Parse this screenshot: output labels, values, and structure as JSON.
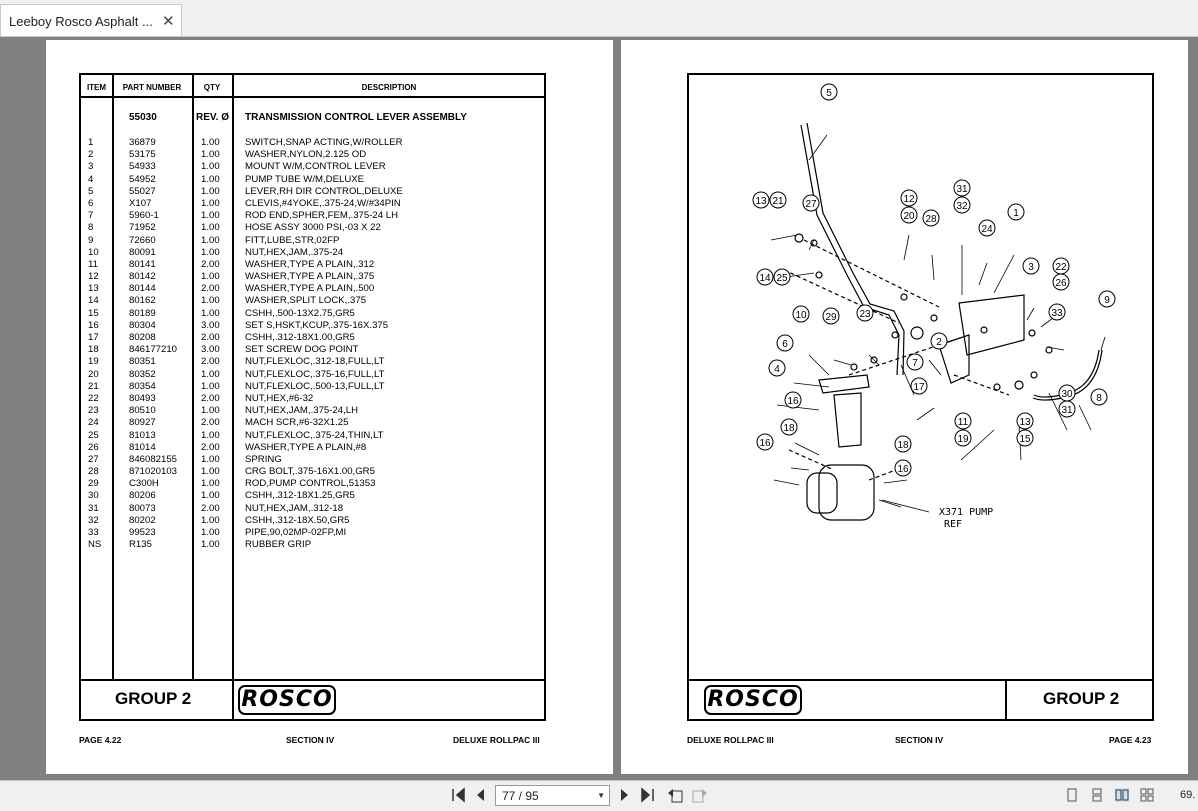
{
  "tab": {
    "title": "Leeboy Rosco Asphalt ...",
    "close_glyph": "✕"
  },
  "left_page": {
    "headers": {
      "item": "ITEM",
      "part_number": "PART NUMBER",
      "qty": "QTY",
      "description": "DESCRIPTION"
    },
    "assembly": {
      "part": "55030",
      "qty": "REV. Ø",
      "description": "TRANSMISSION CONTROL LEVER ASSEMBLY"
    },
    "rows": [
      {
        "item": "1",
        "part": "36879",
        "qty": "1.00",
        "desc": "SWITCH,SNAP ACTING,W/ROLLER"
      },
      {
        "item": "2",
        "part": "53175",
        "qty": "1.00",
        "desc": "WASHER,NYLON,2.125 OD"
      },
      {
        "item": "3",
        "part": "54933",
        "qty": "1.00",
        "desc": "MOUNT W/M,CONTROL LEVER"
      },
      {
        "item": "4",
        "part": "54952",
        "qty": "1.00",
        "desc": "PUMP TUBE W/M,DELUXE"
      },
      {
        "item": "5",
        "part": "55027",
        "qty": "1.00",
        "desc": "LEVER,RH DIR CONTROL,DELUXE"
      },
      {
        "item": "6",
        "part": "X107",
        "qty": "1.00",
        "desc": "CLEVIS,#4YOKE,.375-24,W/#34PIN"
      },
      {
        "item": "7",
        "part": "5960-1",
        "qty": "1.00",
        "desc": "ROD END,SPHER,FEM,.375-24 LH"
      },
      {
        "item": "8",
        "part": "71952",
        "qty": "1.00",
        "desc": "HOSE ASSY 3000 PSI,-03 X 22"
      },
      {
        "item": "9",
        "part": "72660",
        "qty": "1.00",
        "desc": "FITT,LUBE,STR,02FP"
      },
      {
        "item": "10",
        "part": "80091",
        "qty": "1.00",
        "desc": "NUT,HEX,JAM,.375-24"
      },
      {
        "item": "11",
        "part": "80141",
        "qty": "2.00",
        "desc": "WASHER,TYPE A PLAIN,.312"
      },
      {
        "item": "12",
        "part": "80142",
        "qty": "1.00",
        "desc": "WASHER,TYPE A PLAIN,.375"
      },
      {
        "item": "13",
        "part": "80144",
        "qty": "2.00",
        "desc": "WASHER,TYPE A PLAIN,.500"
      },
      {
        "item": "14",
        "part": "80162",
        "qty": "1.00",
        "desc": "WASHER,SPLIT LOCK,.375"
      },
      {
        "item": "15",
        "part": "80189",
        "qty": "1.00",
        "desc": "CSHH,.500-13X2.75,GR5"
      },
      {
        "item": "16",
        "part": "80304",
        "qty": "3.00",
        "desc": "SET S,HSKT,KCUP,.375-16X.375"
      },
      {
        "item": "17",
        "part": "80208",
        "qty": "2.00",
        "desc": "CSHH,.312-18X1.00,GR5"
      },
      {
        "item": "18",
        "part": "846177210",
        "qty": "3.00",
        "desc": "SET SCREW DOG POINT"
      },
      {
        "item": "19",
        "part": "80351",
        "qty": "2.00",
        "desc": "NUT,FLEXLOC,.312-18,FULL,LT"
      },
      {
        "item": "20",
        "part": "80352",
        "qty": "1.00",
        "desc": "NUT,FLEXLOC,.375-16,FULL,LT"
      },
      {
        "item": "21",
        "part": "80354",
        "qty": "1.00",
        "desc": "NUT,FLEXLOC,.500-13,FULL,LT"
      },
      {
        "item": "22",
        "part": "80493",
        "qty": "2.00",
        "desc": "NUT,HEX,#6-32"
      },
      {
        "item": "23",
        "part": "80510",
        "qty": "1.00",
        "desc": "NUT,HEX,JAM,.375-24,LH"
      },
      {
        "item": "24",
        "part": "80927",
        "qty": "2.00",
        "desc": "MACH SCR,#6-32X1.25"
      },
      {
        "item": "25",
        "part": "81013",
        "qty": "1.00",
        "desc": "NUT,FLEXLOC,.375-24,THIN,LT"
      },
      {
        "item": "26",
        "part": "81014",
        "qty": "2.00",
        "desc": "WASHER,TYPE A PLAIN,#8"
      },
      {
        "item": "27",
        "part": "846082155",
        "qty": "1.00",
        "desc": "SPRING"
      },
      {
        "item": "28",
        "part": "871020103",
        "qty": "1.00",
        "desc": "CRG BOLT,.375-16X1.00,GR5"
      },
      {
        "item": "29",
        "part": "C300H",
        "qty": "1.00",
        "desc": "ROD,PUMP CONTROL,51353"
      },
      {
        "item": "30",
        "part": "80206",
        "qty": "1.00",
        "desc": "CSHH,.312-18X1.25,GR5"
      },
      {
        "item": "31",
        "part": "80073",
        "qty": "2.00",
        "desc": "NUT,HEX,JAM,.312-18"
      },
      {
        "item": "32",
        "part": "80202",
        "qty": "1.00",
        "desc": "CSHH,.312-18X.50,GR5"
      },
      {
        "item": "33",
        "part": "99523",
        "qty": "1.00",
        "desc": "PIPE,90,02MP-02FP,MI"
      },
      {
        "item": "NS",
        "part": "R135",
        "qty": "1.00",
        "desc": "RUBBER GRIP"
      }
    ],
    "group": "GROUP 2",
    "logo": "ROSCO",
    "footer": {
      "page": "PAGE 4.22",
      "section": "SECTION IV",
      "model": "DELUXE ROLLPAC III"
    }
  },
  "right_page": {
    "callouts": [
      "5",
      "13",
      "21",
      "27",
      "12",
      "20",
      "28",
      "31",
      "32",
      "24",
      "1",
      "14",
      "25",
      "3",
      "22",
      "26",
      "9",
      "10",
      "29",
      "23",
      "6",
      "33",
      "2",
      "4",
      "7",
      "17",
      "30",
      "31",
      "8",
      "16",
      "18",
      "11",
      "19",
      "13",
      "15",
      "16",
      "18",
      "16"
    ],
    "pump_label": "X371 PUMP",
    "pump_label_2": "REF",
    "group": "GROUP 2",
    "logo": "ROSCO",
    "footer": {
      "model": "DELUXE ROLLPAC III",
      "section": "SECTION IV",
      "page": "PAGE 4.23"
    }
  },
  "toolbar": {
    "page_value": "77 / 95",
    "zoom": "69."
  }
}
